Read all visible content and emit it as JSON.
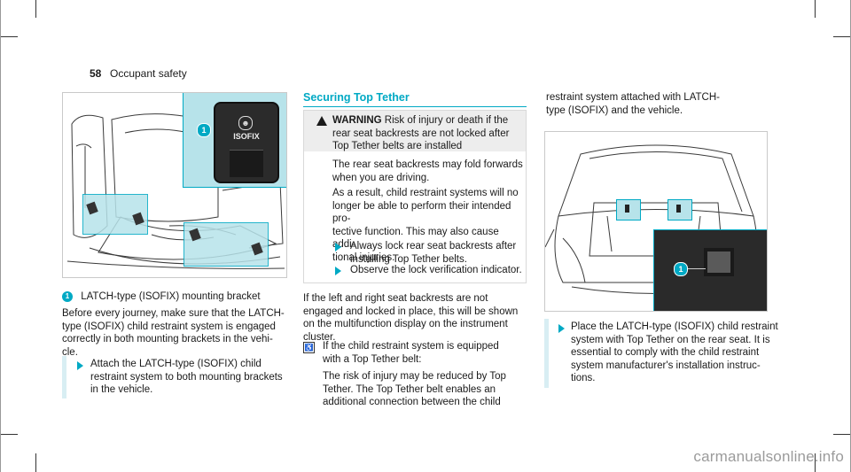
{
  "page": {
    "number": "58",
    "section_title": "Occupant safety"
  },
  "left_column": {
    "figure_label": "ISOFIX",
    "callout_number": "1",
    "legend_text": "LATCH-type (ISOFIX) mounting bracket",
    "intro_paragraph": [
      "Before every journey, make sure that the LATCH-",
      "type (ISOFIX) child restraint system is engaged",
      "correctly in both mounting brackets in the vehi-",
      "cle."
    ],
    "step": [
      "Attach the LATCH-type (ISOFIX) child",
      "restraint system to both mounting brackets",
      "in the vehicle."
    ]
  },
  "middle_column": {
    "heading": "Securing Top Tether",
    "warning": {
      "label": "WARNING",
      "title_lines": [
        "Risk of injury or death if the",
        "rear seat backrests are not locked after",
        "Top Tether belts are installed"
      ],
      "body_1": [
        "The rear seat backrests may fold forwards",
        "when you are driving."
      ],
      "body_2": [
        "As a result, child restraint systems will no",
        "longer be able to perform their intended pro-",
        "tective function. This may also cause addi-",
        "tional injuries."
      ],
      "step_1": [
        "Always lock rear seat backrests after",
        "installing Top Tether belts."
      ],
      "step_2": [
        "Observe the lock verification indicator."
      ]
    },
    "after_paragraph": [
      "If the left and right seat backrests are not",
      "engaged and locked in place, this will be shown",
      "on the multifunction display on the instrument",
      "cluster."
    ],
    "note": {
      "line_1": "If the child restraint system is equipped",
      "line_2": "with a Top Tether belt:",
      "body": [
        "The risk of injury may be reduced by Top",
        "Tether. The Top Tether belt enables an",
        "additional connection between the child"
      ]
    }
  },
  "right_column": {
    "continuation": [
      "restraint system attached with LATCH-",
      "type (ISOFIX) and the vehicle."
    ],
    "callout_number": "1",
    "step": [
      "Place the LATCH-type (ISOFIX) child restraint",
      "system with Top Tether on the rear seat. It is",
      "essential to comply with the child restraint",
      "system manufacturer's installation instruc-",
      "tions."
    ]
  },
  "watermark": "carmanualsonline.info",
  "colors": {
    "accent": "#00a9c4",
    "highlight": "#b7e3ea",
    "warning_bg": "#ededed"
  }
}
